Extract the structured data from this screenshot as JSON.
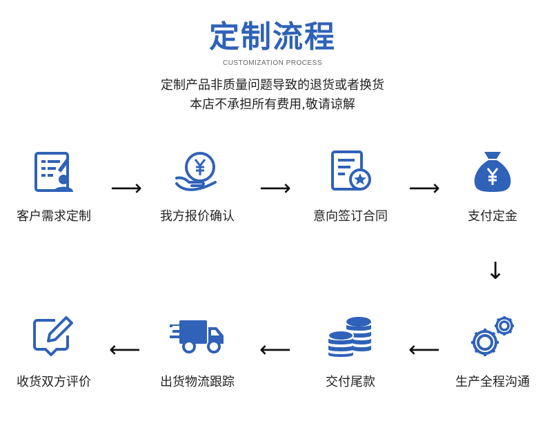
{
  "header": {
    "title": "定制流程",
    "subtitle_en": "CUSTOMIZATION PROCESS",
    "notice_line1": "定制产品非质量问题导致的退货或者换货",
    "notice_line2": "本店不承担所有费用,敬请谅解"
  },
  "colors": {
    "accent": "#2f62b8",
    "text": "#222222",
    "arrow": "#111111"
  },
  "steps": [
    {
      "label": "客户需求定制",
      "icon": "form-user-icon"
    },
    {
      "label": "我方报价确认",
      "icon": "yuan-hand-icon"
    },
    {
      "label": "意向签订合同",
      "icon": "contract-star-icon"
    },
    {
      "label": "支付定金",
      "icon": "money-bag-icon"
    },
    {
      "label": "生产全程沟通",
      "icon": "gears-icon"
    },
    {
      "label": "交付尾款",
      "icon": "coin-stack-icon"
    },
    {
      "label": "出货物流跟踪",
      "icon": "delivery-truck-icon"
    },
    {
      "label": "收货双方评价",
      "icon": "edit-review-icon"
    }
  ],
  "arrows": {
    "right": "⟶",
    "left": "⟵",
    "down": "↓"
  }
}
